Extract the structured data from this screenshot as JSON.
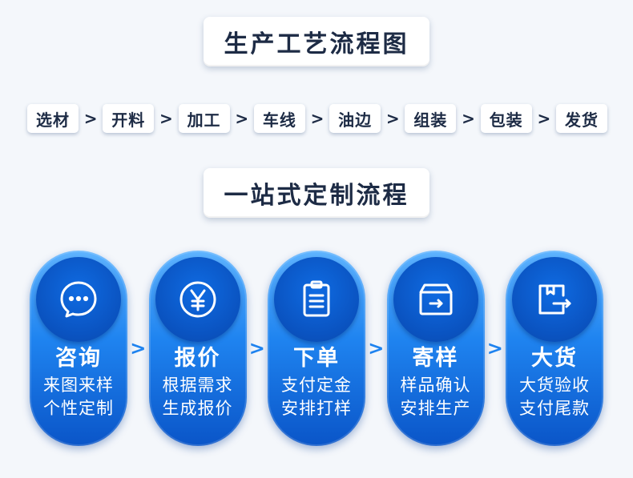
{
  "section1": {
    "title": "生产工艺流程图"
  },
  "process_steps": [
    "选材",
    "开料",
    "加工",
    "车线",
    "油边",
    "组装",
    "包装",
    "发货"
  ],
  "separator": ">",
  "section2": {
    "title": "一站式定制流程"
  },
  "cards": [
    {
      "icon": "chat-icon",
      "title": "咨询",
      "line1": "来图来样",
      "line2": "个性定制"
    },
    {
      "icon": "yen-icon",
      "title": "报价",
      "line1": "根据需求",
      "line2": "生成报价"
    },
    {
      "icon": "clipboard-icon",
      "title": "下单",
      "line1": "支付定金",
      "line2": "安排打样"
    },
    {
      "icon": "box-icon",
      "title": "寄样",
      "line1": "样品确认",
      "line2": "安排生产"
    },
    {
      "icon": "delivery-box-icon",
      "title": "大货",
      "line1": "大货验收",
      "line2": "支付尾款"
    }
  ],
  "colors": {
    "accent": "#1f84f0",
    "text": "#1d2b45",
    "background": "#f4f7fb"
  }
}
